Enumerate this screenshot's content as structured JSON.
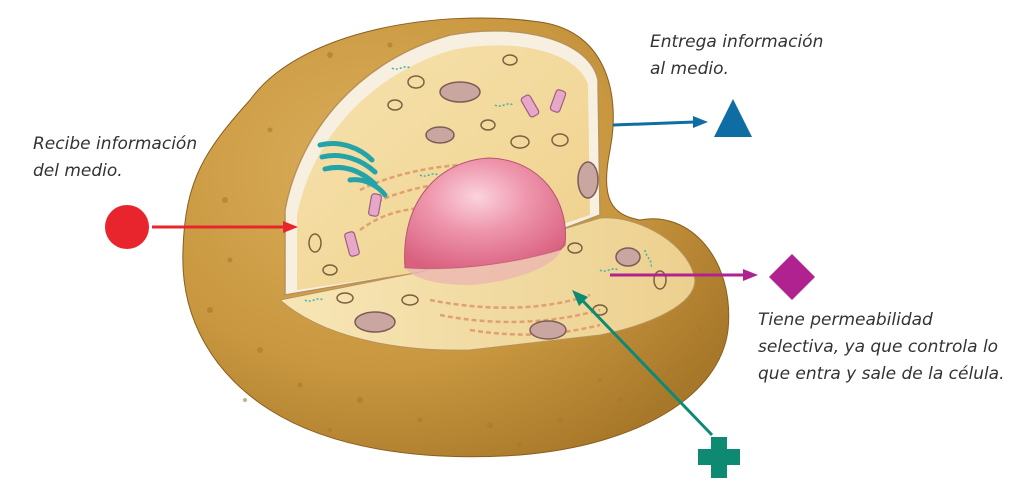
{
  "labels": {
    "receive": [
      "Recibe información",
      "del medio."
    ],
    "deliver": [
      "Entrega información",
      "al medio."
    ],
    "permeability": [
      "Tiene permeabilidad",
      "selectiva, ya que controla lo",
      "que entra y sale de la célula."
    ]
  },
  "symbols": [
    {
      "name": "circle-symbol",
      "shape": "circle",
      "color": "#e8242c"
    },
    {
      "name": "triangle-symbol",
      "shape": "triangle",
      "color": "#0e6ea3"
    },
    {
      "name": "diamond-symbol",
      "shape": "diamond",
      "color": "#b0228f"
    },
    {
      "name": "cross-symbol",
      "shape": "cross",
      "color": "#0e8a72"
    }
  ],
  "colors": {
    "cell_outer": "#c8973f",
    "cytoplasm": "#f4dc9f",
    "nucleus": "#e77f9a",
    "membrane": "#f7efe0"
  }
}
